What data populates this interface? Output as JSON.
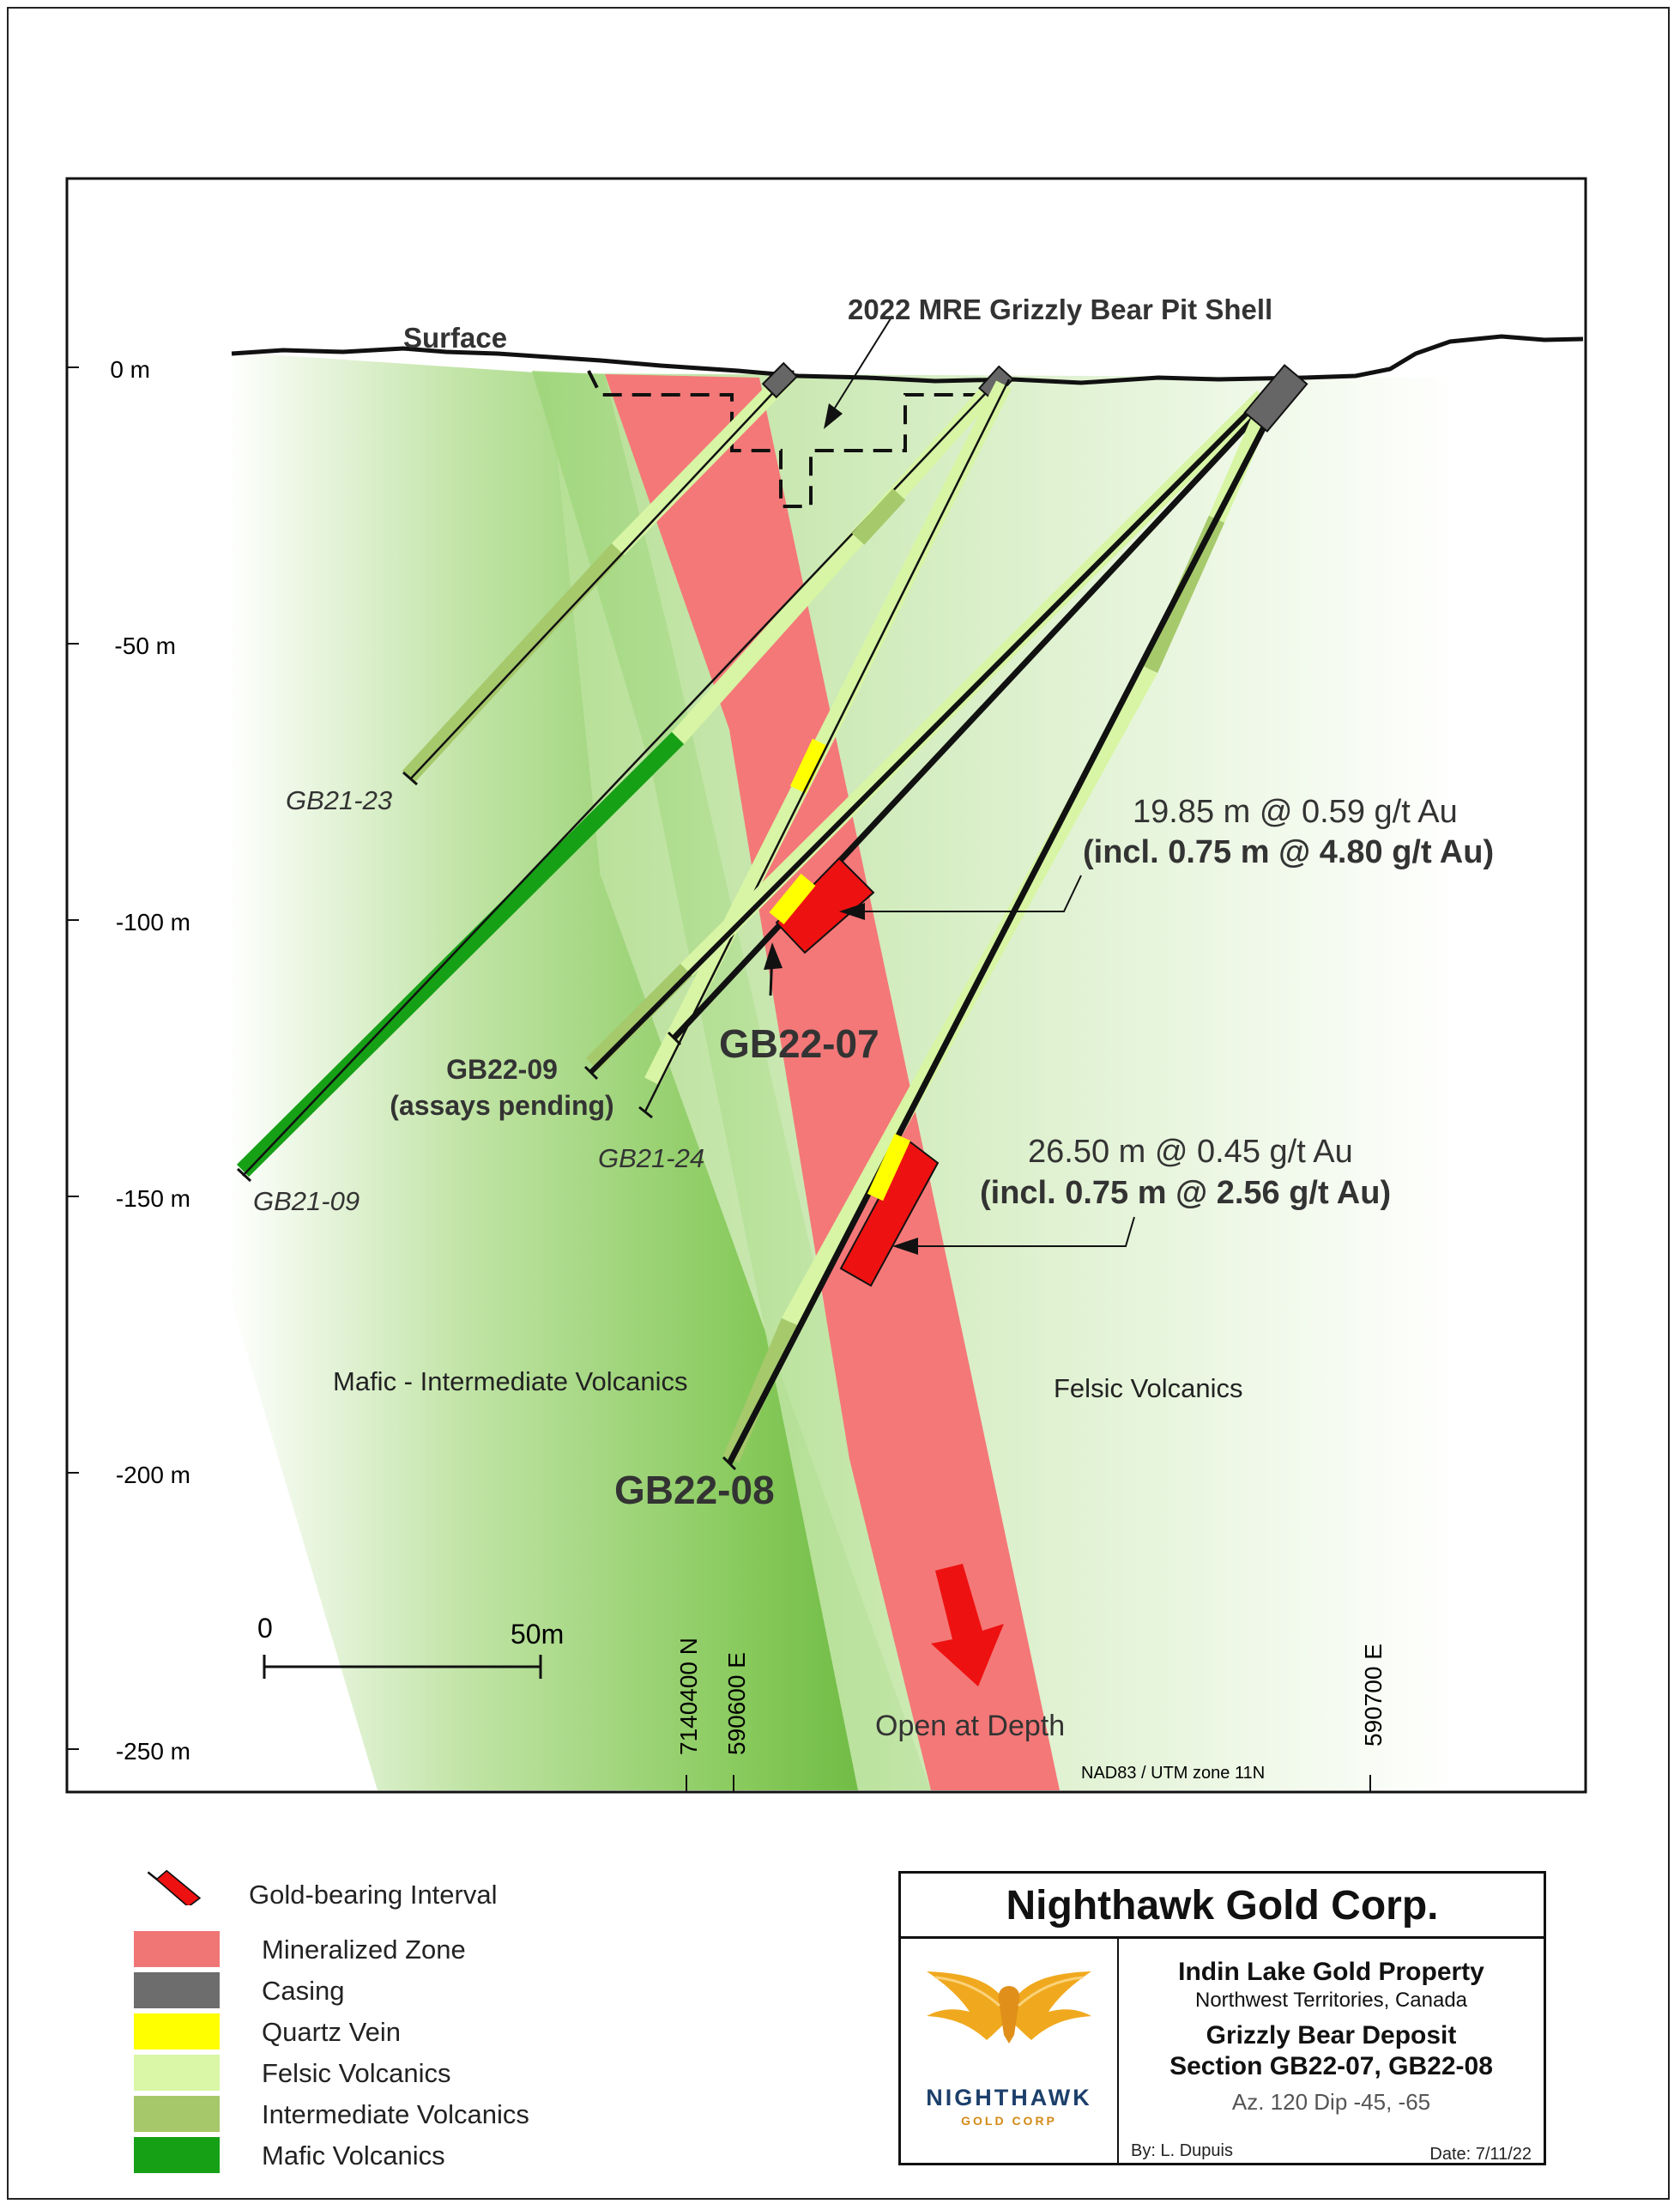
{
  "section": {
    "title_labels": {
      "surface": "Surface",
      "pit_shell": "2022 MRE Grizzly Bear Pit Shell"
    },
    "depth_ticks": [
      "0 m",
      "-50 m",
      "-100 m",
      "-150 m",
      "-200 m",
      "-250 m"
    ],
    "grid_labels": [
      "7140400 N",
      "590600 E",
      "590700 E"
    ],
    "projection": "NAD83 / UTM zone 11N",
    "scale_bar": {
      "start": "0",
      "end": "50m"
    },
    "open_at_depth": "Open at Depth",
    "rock_labels": {
      "mafic_intermediate": "Mafic - Intermediate Volcanics",
      "felsic": "Felsic Volcanics"
    },
    "holes": {
      "gb21_23": "GB21-23",
      "gb21_09": "GB21-09",
      "gb21_24": "GB21-24",
      "gb22_09_line1": "GB22-09",
      "gb22_09_line2": "(assays pending)",
      "gb22_07": "GB22-07",
      "gb22_08": "GB22-08"
    },
    "intercepts": {
      "gb22_07_main": "19.85 m @ 0.59 g/t Au",
      "gb22_07_incl": "(incl. 0.75 m @ 4.80 g/t Au)",
      "gb22_08_main": "26.50 m @ 0.45 g/t Au",
      "gb22_08_incl": "(incl. 0.75 m @ 2.56 g/t Au)"
    }
  },
  "legend": {
    "items": [
      {
        "label": "Gold-bearing Interval",
        "icon": "gold-interval-icon",
        "color": "#ee1111"
      },
      {
        "label": "Mineralized Zone",
        "color": "#f07575"
      },
      {
        "label": "Casing",
        "color": "#6d6d6d"
      },
      {
        "label": "Quartz Vein",
        "color": "#ffff00"
      },
      {
        "label": "Felsic Volcanics",
        "color": "#d9f7a6"
      },
      {
        "label": "Intermediate Volcanics",
        "color": "#a7c86a"
      },
      {
        "label": "Mafic Volcanics",
        "color": "#16a016"
      }
    ]
  },
  "title_block": {
    "company": "Nighthawk Gold Corp.",
    "property": "Indin Lake Gold Property",
    "location": "Northwest Territories, Canada",
    "deposit": "Grizzly Bear Deposit",
    "section": "Section GB22-07, GB22-08",
    "orientation": "Az. 120 Dip -45, -65",
    "by": "By: L. Dupuis",
    "date": "Date: 7/11/22",
    "logo_text": "NIGHTHAWK",
    "logo_subtext": "GOLD CORP"
  }
}
